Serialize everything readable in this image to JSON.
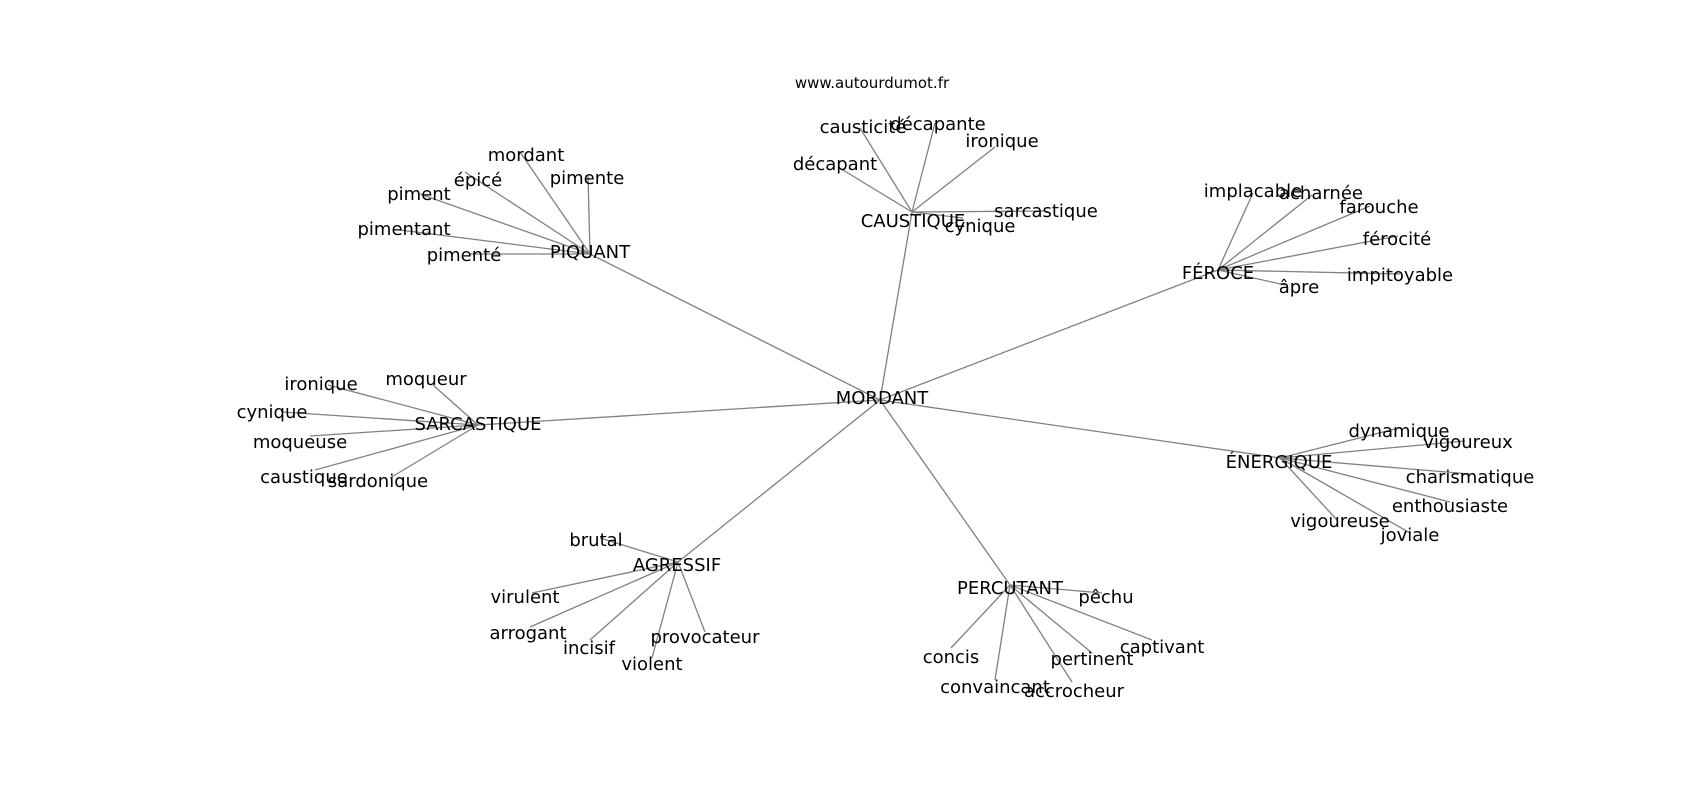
{
  "source": "www.autourdumot.fr",
  "colors": {
    "edge": "#808080",
    "text": "#000000",
    "background": "#ffffff"
  },
  "center": "MORDANT",
  "hubs": [
    {
      "id": "piquant",
      "label": "PIQUANT",
      "leaves": [
        "mordant",
        "épicé",
        "pimente",
        "piment",
        "pimentant",
        "pimenté"
      ]
    },
    {
      "id": "caustique",
      "label": "CAUSTIQUE",
      "leaves": [
        "causticité",
        "décapante",
        "ironique",
        "décapant",
        "sarcastique",
        "cynique"
      ]
    },
    {
      "id": "feroce",
      "label": "FÉROCE",
      "leaves": [
        "implacable",
        "acharnée",
        "farouche",
        "férocité",
        "impitoyable",
        "âpre"
      ]
    },
    {
      "id": "sarcastique",
      "label": "SARCASTIQUE",
      "leaves": [
        "ironique",
        "moqueur",
        "cynique",
        "moqueuse",
        "caustique",
        "sardonique"
      ]
    },
    {
      "id": "energique",
      "label": "ÉNERGIQUE",
      "leaves": [
        "dynamique",
        "vigoureux",
        "charismatique",
        "enthousiaste",
        "vigoureuse",
        "joviale"
      ]
    },
    {
      "id": "agressif",
      "label": "AGRESSIF",
      "leaves": [
        "brutal",
        "virulent",
        "arrogant",
        "incisif",
        "violent",
        "provocateur"
      ]
    },
    {
      "id": "percutant",
      "label": "PERCUTANT",
      "leaves": [
        "pêchu",
        "concis",
        "captivant",
        "pertinent",
        "convaincant",
        "accrocheur"
      ]
    }
  ]
}
